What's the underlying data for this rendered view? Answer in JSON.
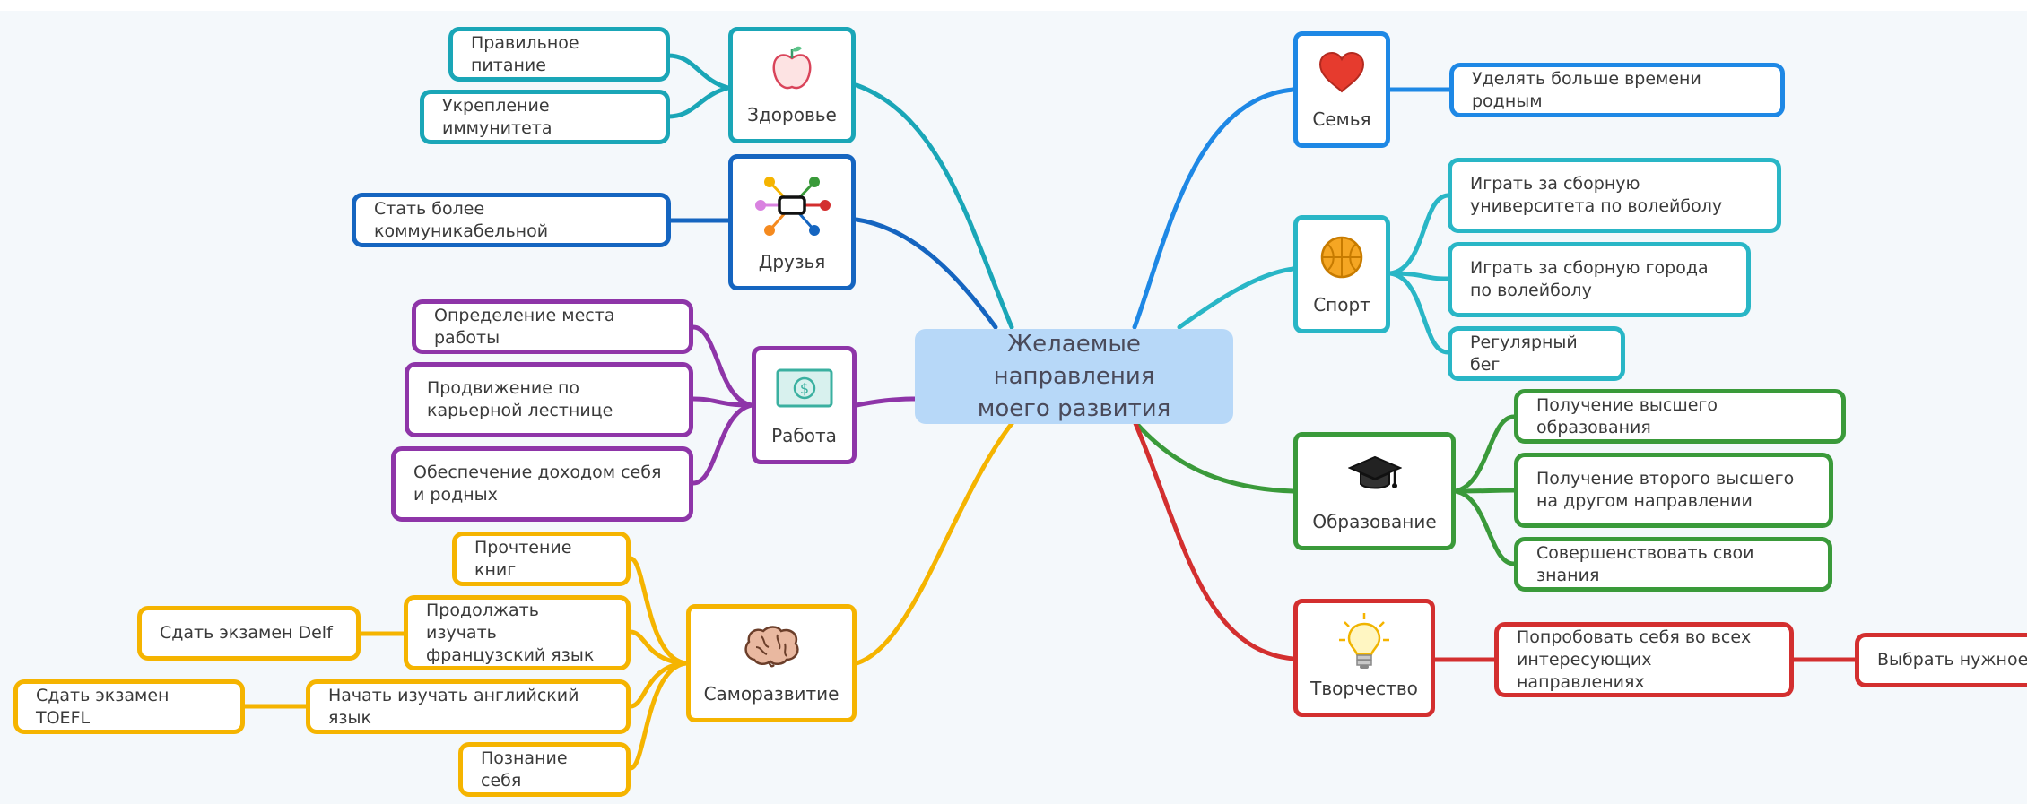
{
  "center": {
    "line1": "Желаемые направления",
    "line2": "моего развития"
  },
  "colors": {
    "center_bg": "#b7d8f8",
    "health": "#1aa6b7",
    "friends": "#1565c0",
    "work": "#8e35a8",
    "self": "#f5b400",
    "family": "#1e88e5",
    "sport": "#29b6c6",
    "education": "#3a9a3a",
    "creativity": "#d32f2f"
  },
  "branches": {
    "health": {
      "label": "Здоровье",
      "icon": "apple-icon",
      "leaves": [
        "Правильное питание",
        "Укрепление иммунитета"
      ]
    },
    "friends": {
      "label": "Друзья",
      "icon": "network-icon",
      "leaves": [
        "Стать более коммуникабельной"
      ]
    },
    "work": {
      "label": "Работа",
      "icon": "money-icon",
      "leaves": [
        "Определение места работы",
        "Продвижение по карьерной лестнице",
        "Обеспечение доходом себя и родных"
      ]
    },
    "self": {
      "label": "Саморазвитие",
      "icon": "brain-icon",
      "leaves": [
        "Прочтение книг",
        "Продолжать изучать французский язык",
        "Начать изучать английский язык",
        "Познание себя"
      ],
      "sub": {
        "french": "Сдать экзамен Delf",
        "english": "Сдать экзамен TOEFL"
      }
    },
    "family": {
      "label": "Семья",
      "icon": "heart-icon",
      "leaves": [
        "Уделять больше времени родным"
      ]
    },
    "sport": {
      "label": "Спорт",
      "icon": "basketball-icon",
      "leaves": [
        "Играть за сборную университета по волейболу",
        "Играть за сборную города по волейболу",
        "Регулярный бег"
      ]
    },
    "education": {
      "label": "Образование",
      "icon": "graduation-cap-icon",
      "leaves": [
        "Получение высшего образования",
        "Получение второго высшего на другом направлении",
        "Совершенствовать свои знания"
      ]
    },
    "creativity": {
      "label": "Творчество",
      "icon": "lightbulb-icon",
      "leaves": [
        "Попробовать себя во всех интересующих направлениях"
      ],
      "sub": {
        "choose": "Выбрать нужное"
      }
    }
  }
}
